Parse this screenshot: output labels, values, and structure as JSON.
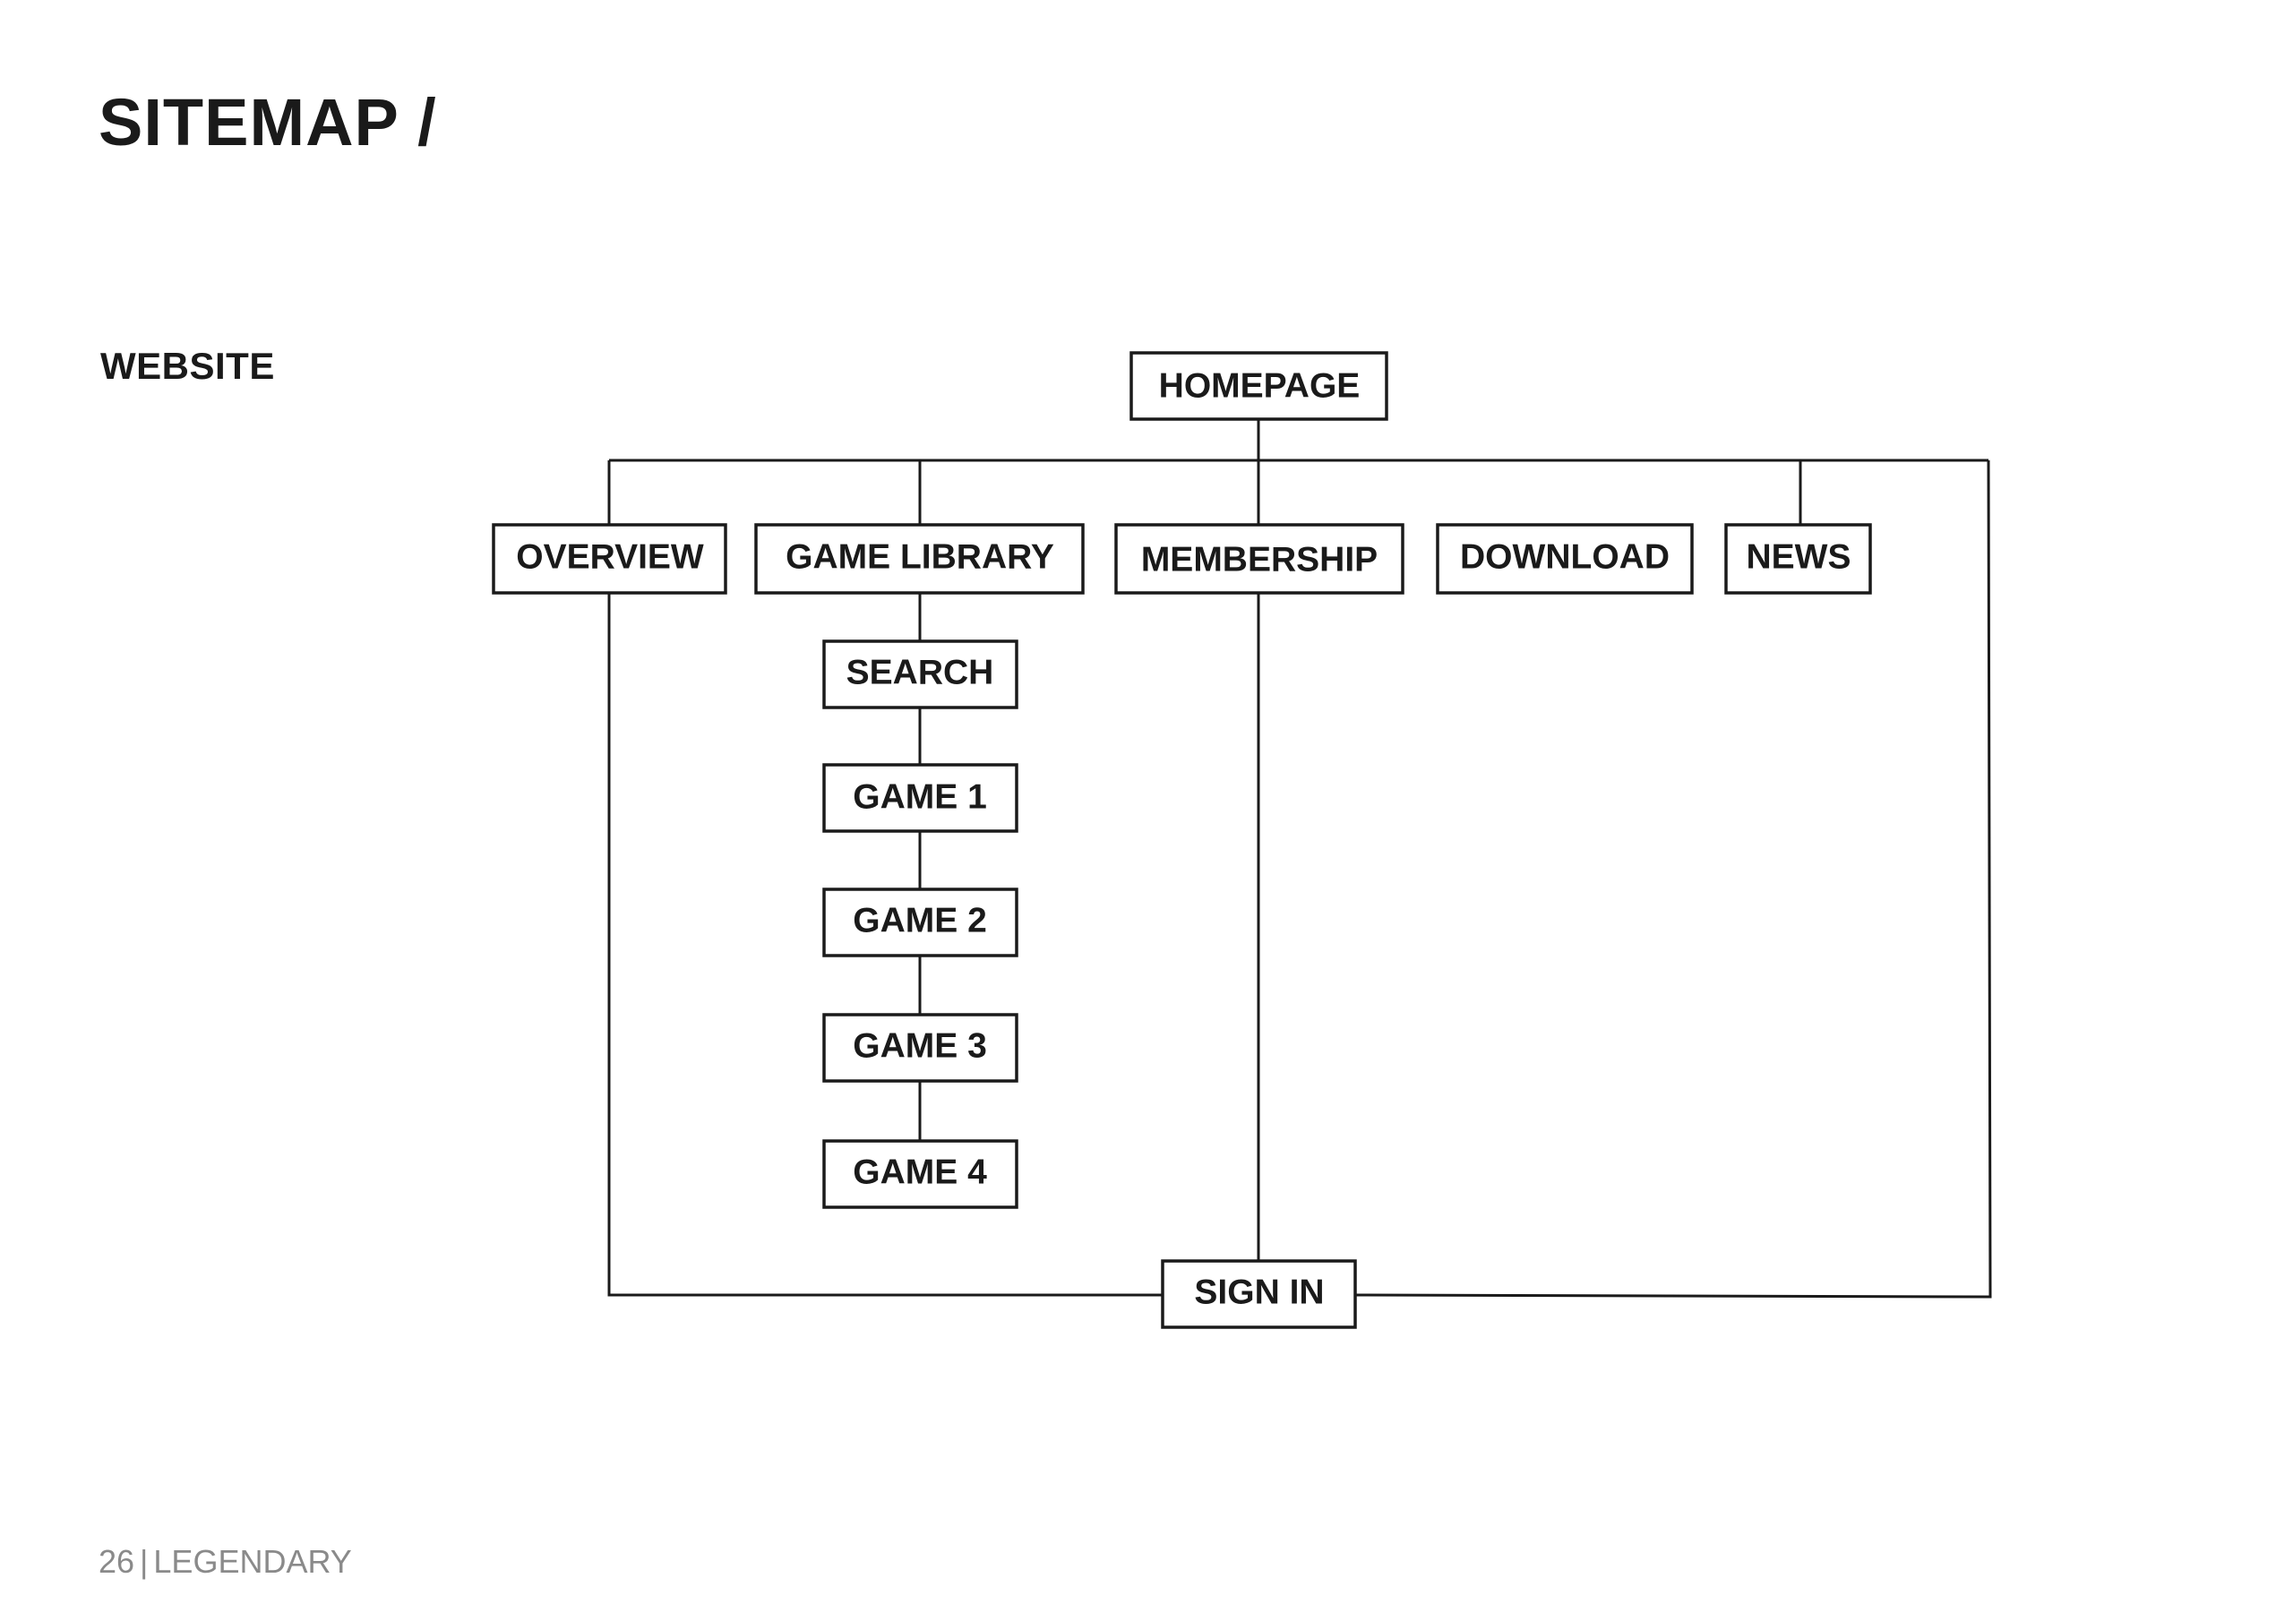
{
  "page": {
    "title": "SITEMAP /",
    "section": "WEBSITE",
    "footer": {
      "page_number": "26",
      "separator": "|",
      "brand": "LEGENDARY"
    }
  },
  "diagram": {
    "nodes": {
      "homepage": "HOMEPAGE",
      "overview": "OVERVIEW",
      "game_library": "GAME LIBRARY",
      "membership": "MEMBERSHIP",
      "download": "DOWNLOAD",
      "news": "NEWS",
      "search": "SEARCH",
      "game_1": "GAME 1",
      "game_2": "GAME 2",
      "game_3": "GAME 3",
      "game_4": "GAME 4",
      "sign_in": "SIGN IN"
    },
    "edges": [
      {
        "from": "homepage",
        "to": "overview"
      },
      {
        "from": "homepage",
        "to": "game_library"
      },
      {
        "from": "homepage",
        "to": "membership"
      },
      {
        "from": "homepage",
        "to": "news"
      },
      {
        "from": "homepage",
        "to": "sign_in"
      },
      {
        "from": "game_library",
        "to": "search"
      },
      {
        "from": "search",
        "to": "game_1"
      },
      {
        "from": "game_1",
        "to": "game_2"
      },
      {
        "from": "game_2",
        "to": "game_3"
      },
      {
        "from": "game_3",
        "to": "game_4"
      },
      {
        "from": "membership",
        "to": "sign_in"
      },
      {
        "from": "overview",
        "to": "sign_in"
      }
    ]
  }
}
